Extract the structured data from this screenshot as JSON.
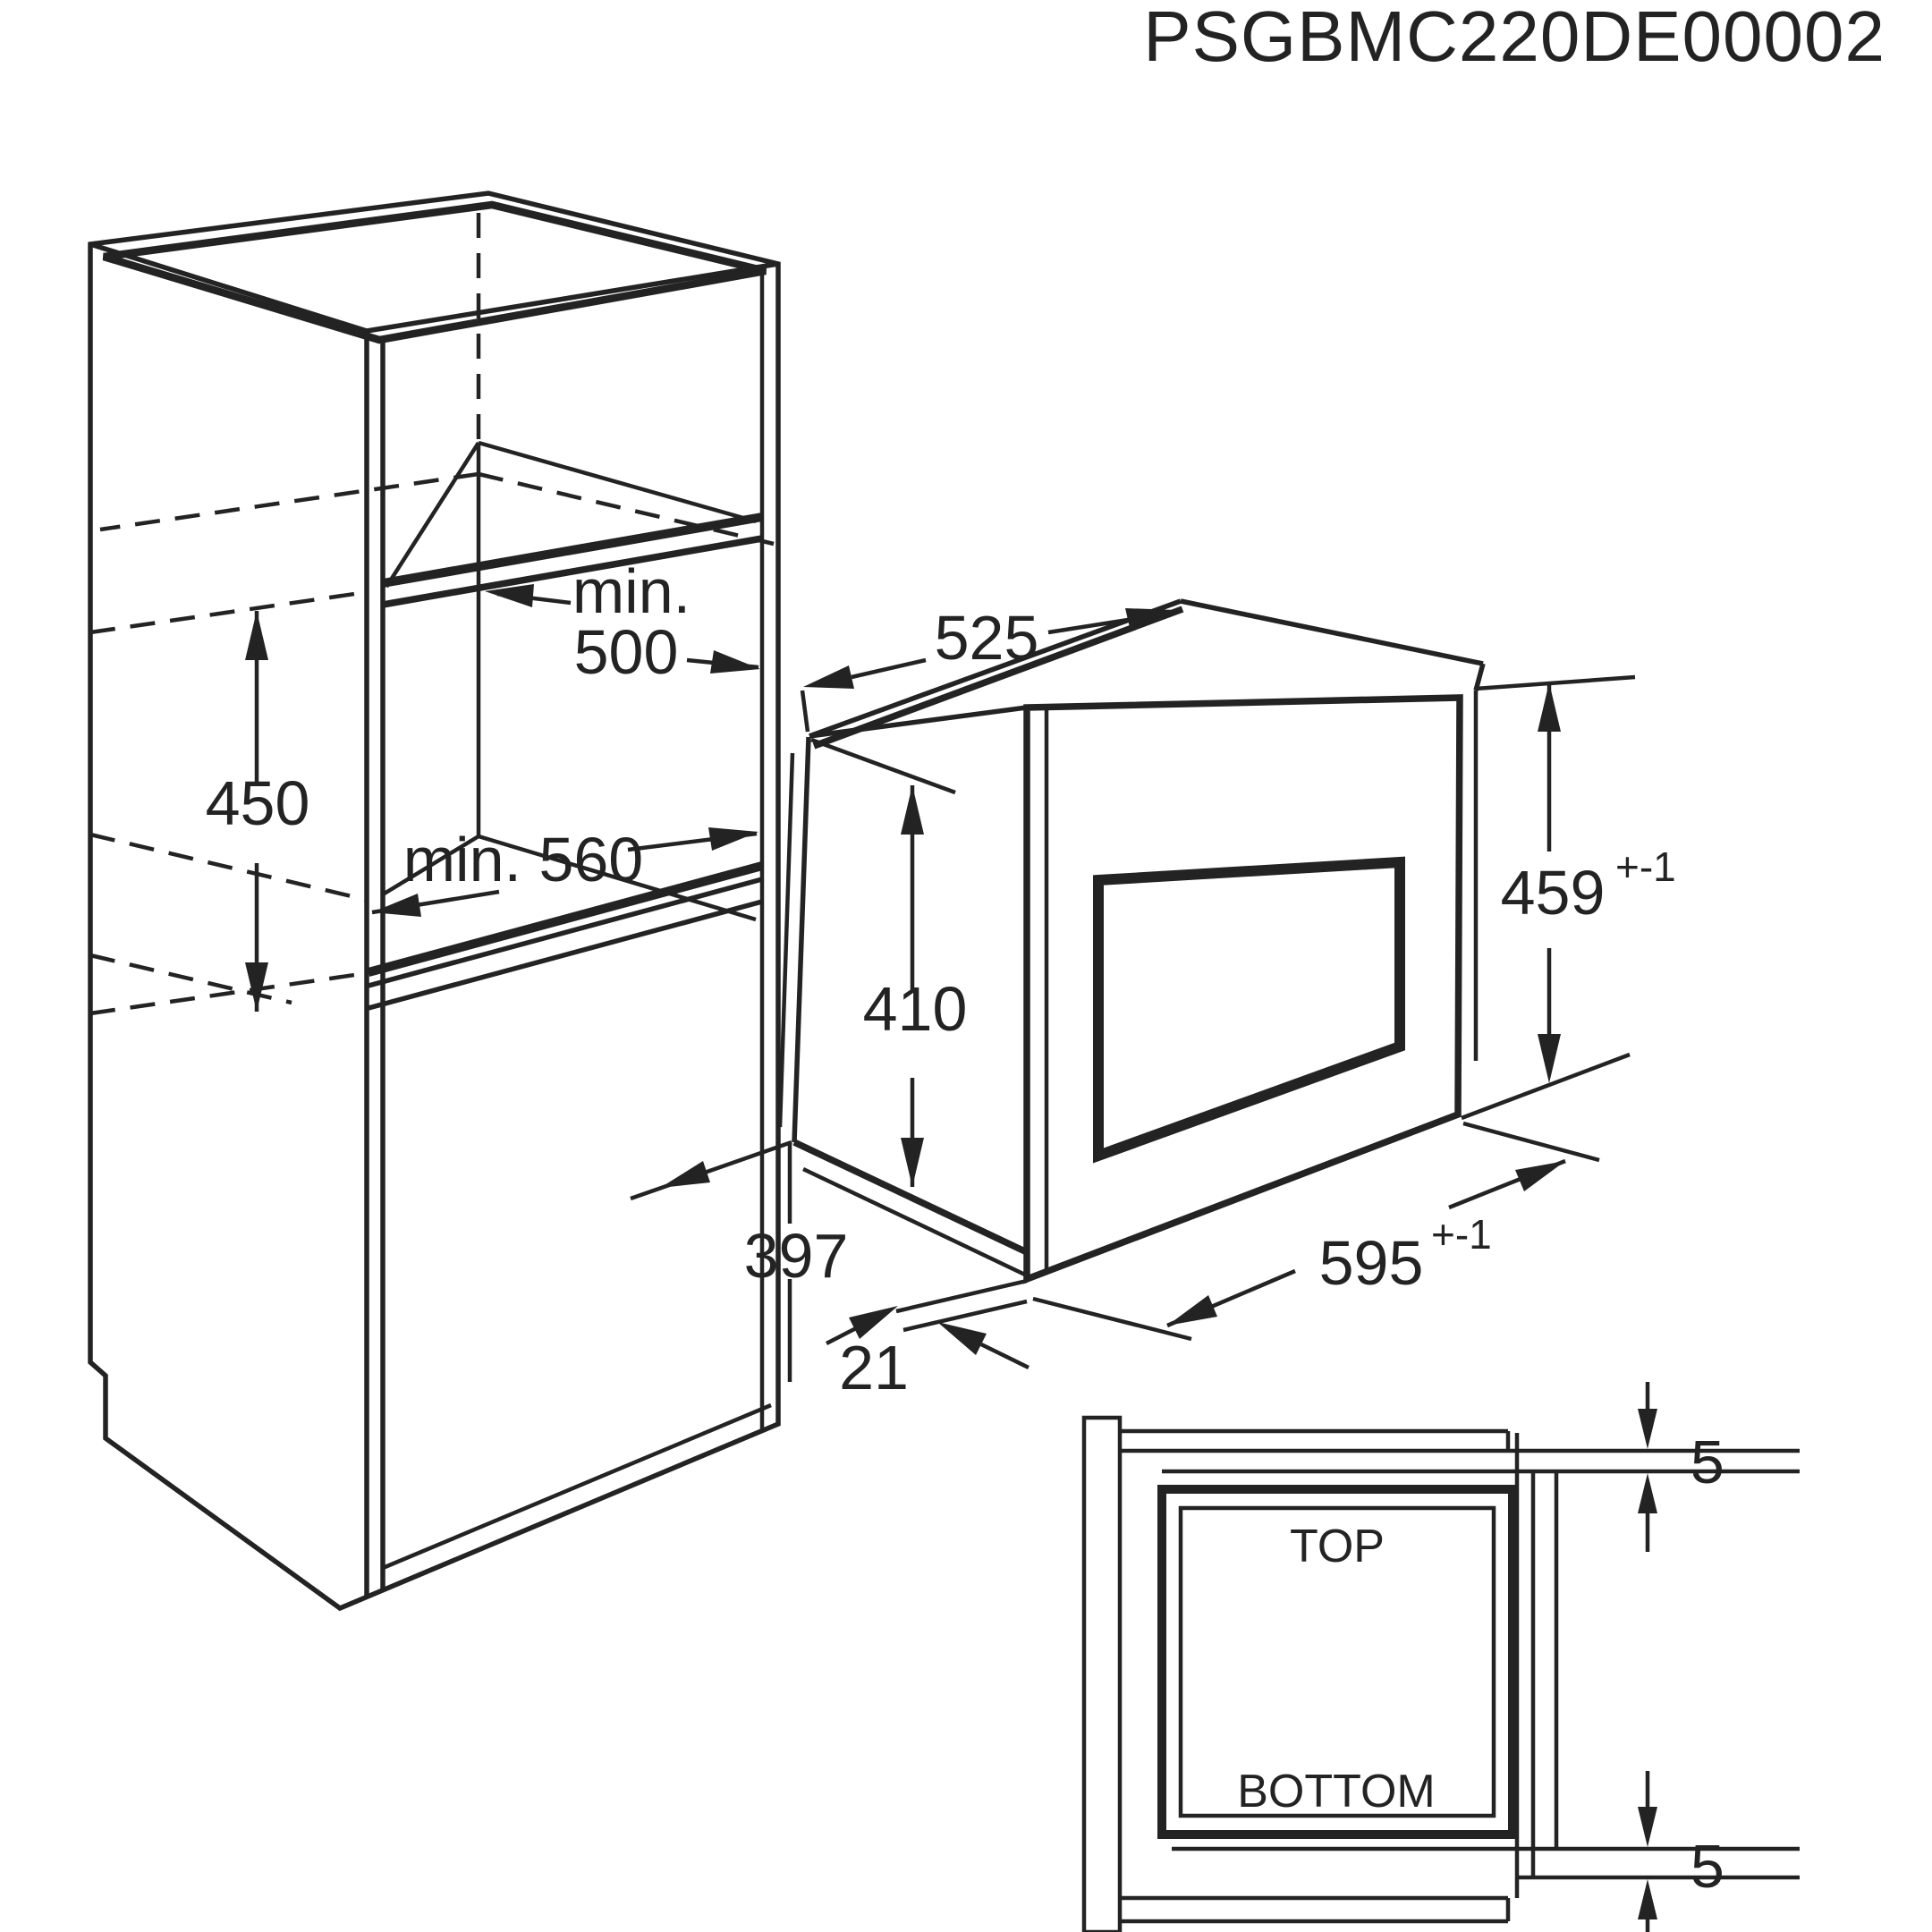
{
  "title": "PSGBMC220DE00002",
  "colors": {
    "line": "#232323",
    "background": "#ffffff"
  },
  "niche": {
    "width_min_label": "min.",
    "width_value": "500",
    "height_value": "450",
    "depth_label": "min. 560"
  },
  "oven": {
    "top_depth": "525",
    "body_height": "410",
    "frame_height": "459",
    "frame_height_tol": "+-1",
    "frame_width": "595",
    "frame_width_tol": "+-1",
    "mount_depth": "397",
    "front_overhang": "21"
  },
  "detail": {
    "top_label": "TOP",
    "bottom_label": "BOTTOM",
    "gap_top": "5",
    "gap_bottom": "5"
  }
}
